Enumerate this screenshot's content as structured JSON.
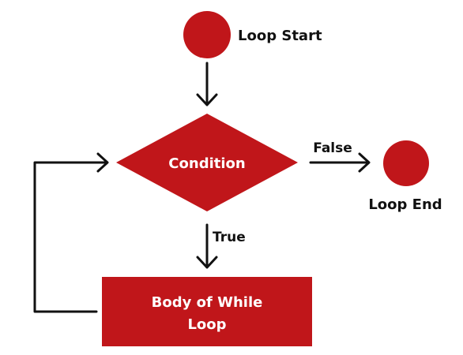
{
  "colors": {
    "shape_fill": "#c0161a",
    "stroke": "#111111",
    "text_dark": "#111111",
    "text_light": "#ffffff"
  },
  "nodes": {
    "start_label": "Loop Start",
    "condition_label": "Condition",
    "end_label": "Loop End",
    "body_label_line1": "Body of While",
    "body_label_line2": "Loop"
  },
  "edges": {
    "false_label": "False",
    "true_label": "True"
  }
}
